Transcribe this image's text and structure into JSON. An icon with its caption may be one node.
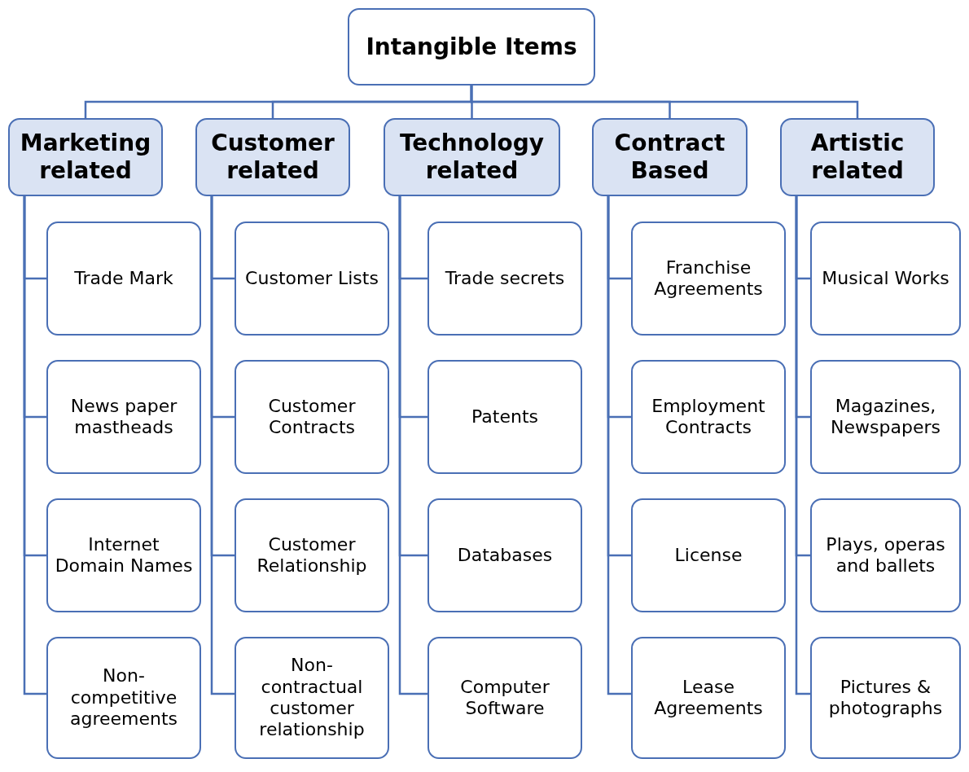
{
  "diagram": {
    "nodes": [
      {
        "text": [
          "Intangible Items"
        ]
      },
      {
        "text": [
          "Marketing related"
        ]
      },
      {
        "text": [
          "Customer related"
        ]
      },
      {
        "text": [
          "Technology related"
        ]
      },
      {
        "text": [
          "Contract Based"
        ]
      },
      {
        "text": [
          "Artistic related"
        ]
      },
      {
        "text": [
          "Trade Mark"
        ]
      },
      {
        "text": [
          "News paper mastheads"
        ]
      },
      {
        "text": [
          "Internet Domain Names"
        ]
      },
      {
        "text": [
          "Non-competitive agreements"
        ]
      },
      {
        "text": [
          "Customer Lists"
        ]
      },
      {
        "text": [
          "Customer Contracts"
        ]
      },
      {
        "text": [
          "Customer Relationship"
        ]
      },
      {
        "text": [
          "Non-contractual customer relationship"
        ]
      },
      {
        "text": [
          "Trade secrets"
        ]
      },
      {
        "text": [
          "Patents"
        ]
      },
      {
        "text": [
          "Databases"
        ]
      },
      {
        "text": [
          "Computer Software"
        ]
      },
      {
        "text": [
          "Franchise Agreements"
        ]
      },
      {
        "text": [
          "Employment Contracts"
        ]
      },
      {
        "text": [
          "License"
        ]
      },
      {
        "text": [
          "Lease Agreements"
        ]
      },
      {
        "text": [
          "Musical Works"
        ]
      },
      {
        "text": [
          "Magazines, Newspapers"
        ]
      },
      {
        "text": [
          "Plays, operas and ballets"
        ]
      },
      {
        "text": [
          "Pictures & photographs"
        ]
      }
    ],
    "edges": [
      {
        "from": 0,
        "to": 1,
        "arrow": "none"
      },
      {
        "from": 0,
        "to": 2,
        "arrow": "none"
      },
      {
        "from": 0,
        "to": 3,
        "arrow": "none"
      },
      {
        "from": 0,
        "to": 4,
        "arrow": "none"
      },
      {
        "from": 0,
        "to": 5,
        "arrow": "none"
      },
      {
        "from": 1,
        "to": 6,
        "arrow": "none"
      },
      {
        "from": 1,
        "to": 7,
        "arrow": "none"
      },
      {
        "from": 1,
        "to": 8,
        "arrow": "none"
      },
      {
        "from": 1,
        "to": 9,
        "arrow": "none"
      },
      {
        "from": 2,
        "to": 10,
        "arrow": "none"
      },
      {
        "from": 2,
        "to": 11,
        "arrow": "none"
      },
      {
        "from": 2,
        "to": 12,
        "arrow": "none"
      },
      {
        "from": 2,
        "to": 13,
        "arrow": "none"
      },
      {
        "from": 3,
        "to": 14,
        "arrow": "none"
      },
      {
        "from": 3,
        "to": 15,
        "arrow": "none"
      },
      {
        "from": 3,
        "to": 16,
        "arrow": "none"
      },
      {
        "from": 3,
        "to": 17,
        "arrow": "none"
      },
      {
        "from": 4,
        "to": 18,
        "arrow": "none"
      },
      {
        "from": 4,
        "to": 19,
        "arrow": "none"
      },
      {
        "from": 4,
        "to": 20,
        "arrow": "none"
      },
      {
        "from": 4,
        "to": 21,
        "arrow": "none"
      },
      {
        "from": 5,
        "to": 22,
        "arrow": "none"
      },
      {
        "from": 5,
        "to": 23,
        "arrow": "none"
      },
      {
        "from": 5,
        "to": 24,
        "arrow": "none"
      },
      {
        "from": 5,
        "to": 25,
        "arrow": "none"
      }
    ]
  }
}
